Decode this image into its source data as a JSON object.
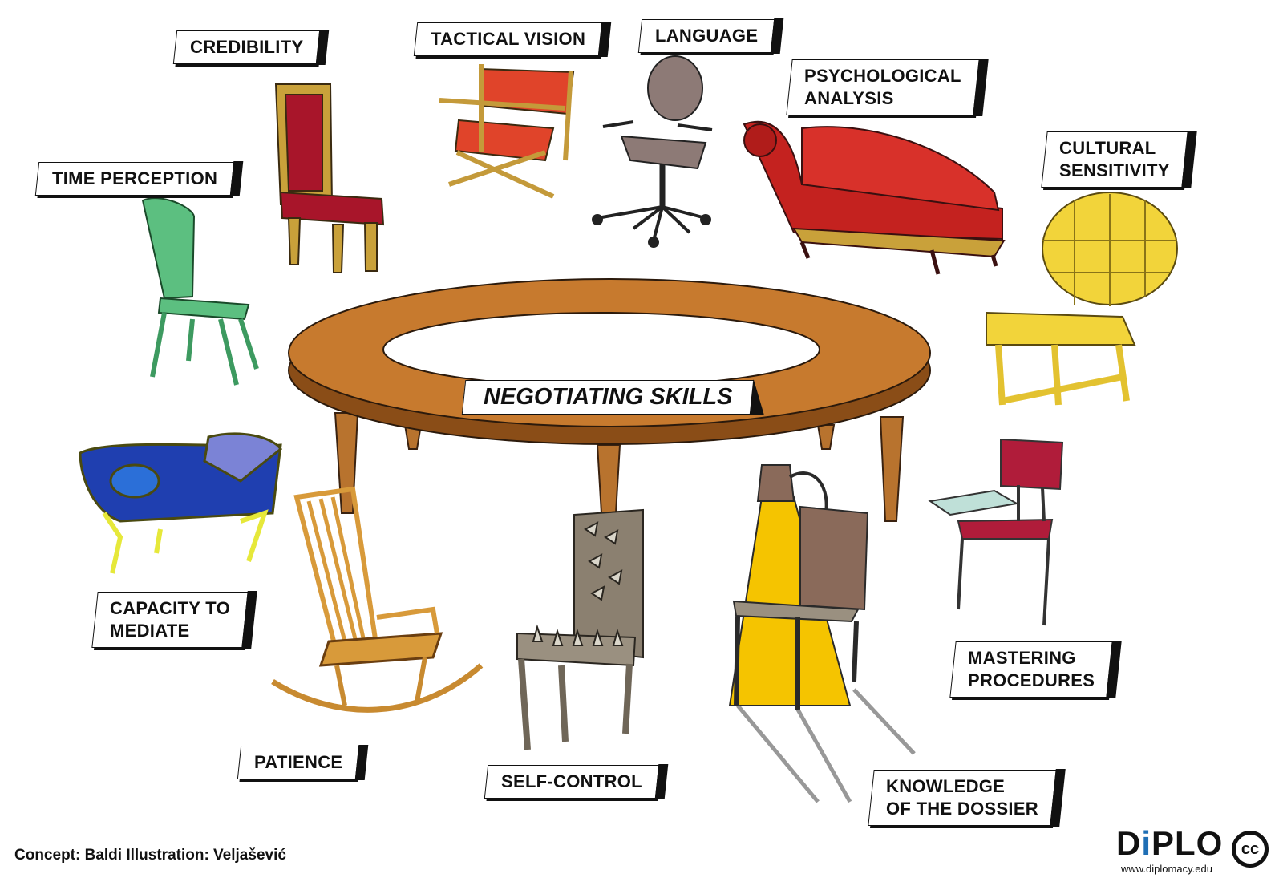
{
  "title": "NEGOTIATING SKILLS",
  "labels": {
    "credibility": "CREDIBILITY",
    "tactical_vision": "TACTICAL VISION",
    "language": "LANGUAGE",
    "psychological_analysis": "PSYCHOLOGICAL\nANALYSIS",
    "cultural_sensitivity": "CULTURAL\nSENSITIVITY",
    "time_perception": "TIME PERCEPTION",
    "capacity_to_mediate": "CAPACITY TO\nMEDIATE",
    "patience": "PATIENCE",
    "self_control": "SELF-CONTROL",
    "knowledge_of_dossier": "KNOWLEDGE\nOF THE DOSSIER",
    "mastering_procedures": "MASTERING\nPROCEDURES"
  },
  "footer": {
    "credit": "Concept: Baldi  Illustration: Veljašević",
    "logo_pre": "D",
    "logo_i": "i",
    "logo_post": "PLO",
    "url": "www.diplomacy.edu",
    "cc": "cc"
  },
  "colors": {
    "table": "#c77a2e",
    "table_dark": "#8a4d17",
    "red": "#c0242a",
    "green": "#5cbf80",
    "yellow": "#f2d43a",
    "blue": "#1f3fb0",
    "lamp": "#f5c400"
  }
}
